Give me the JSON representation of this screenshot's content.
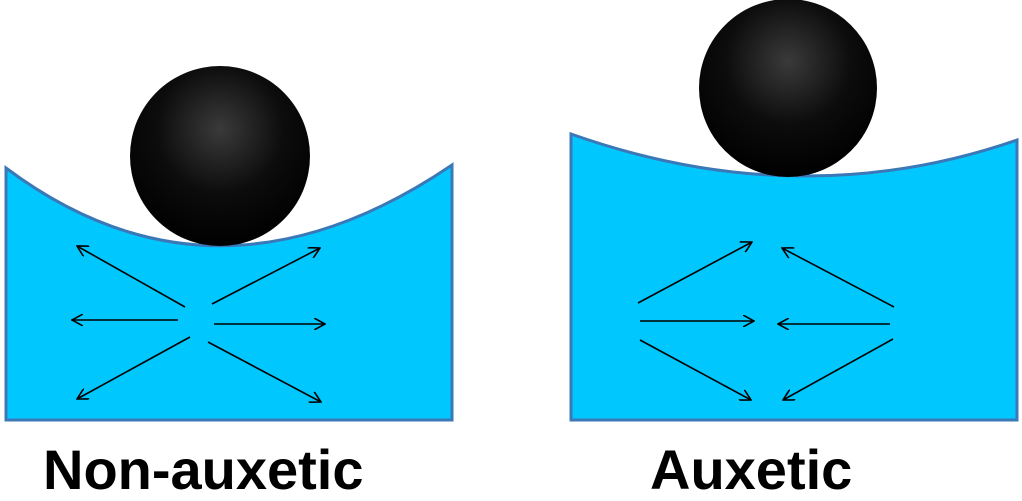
{
  "panels": [
    {
      "id": "non-auxetic",
      "label": "Non-auxetic",
      "arrow_behavior": "outward"
    },
    {
      "id": "auxetic",
      "label": "Auxetic",
      "arrow_behavior": "inward"
    }
  ],
  "colors": {
    "material_fill": "#00c8ff",
    "material_edge": "#3a78b8",
    "ball": "#000000",
    "arrow": "#000000"
  }
}
